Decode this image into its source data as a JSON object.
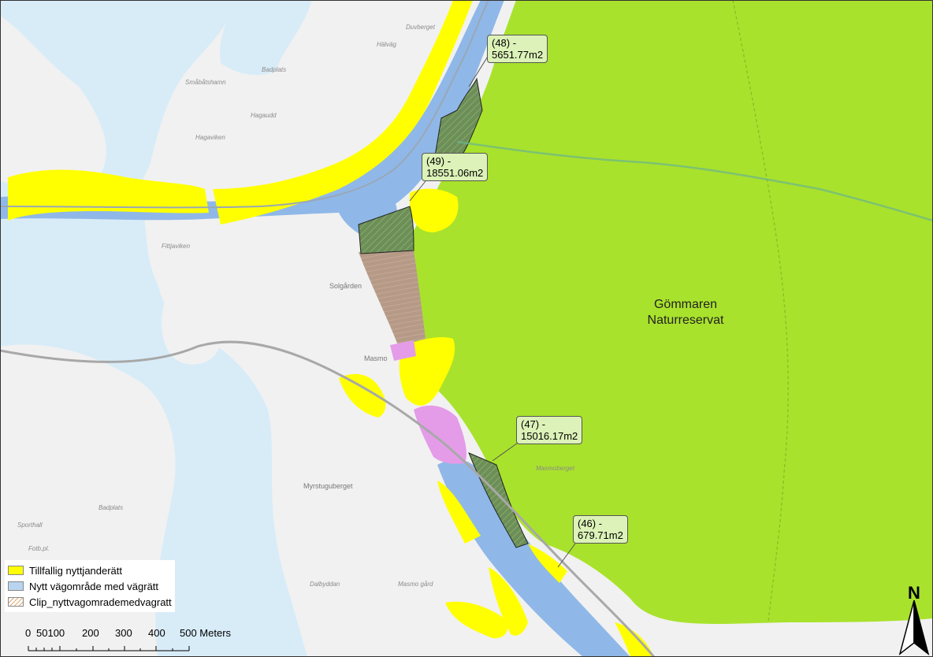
{
  "map": {
    "reserve_label_line1": "Gömmaren",
    "reserve_label_line2": "Naturreservat",
    "colors": {
      "water": "#d8ecf8",
      "land": "#f1f1f1",
      "reserve": "#a9e22c",
      "temporary_use": "#ffff00",
      "new_road_area": "#8fb8e8",
      "clip_hatch": "#c08a4a",
      "pink_zone": "#e49ce8",
      "brown_zone": "#b59a86"
    }
  },
  "callouts": [
    {
      "id": "48",
      "line1": "(48) -",
      "line2": "5651.77m2"
    },
    {
      "id": "49",
      "line1": "(49) -",
      "line2": "18551.06m2"
    },
    {
      "id": "47",
      "line1": "(47) -",
      "line2": "15016.17m2"
    },
    {
      "id": "46",
      "line1": "(46) -",
      "line2": "679.71m2"
    }
  ],
  "places": {
    "duvberget": "Duvberget",
    "halvag": "Hälväg",
    "smabatshamn": "Småbåtshamn",
    "badplats1": "Badplats",
    "hagaudd": "Hagaudd",
    "hagaviken": "Hagaviken",
    "fittjaviken": "Fittjaviken",
    "solgarden": "Solgården",
    "masmo": "Masmo",
    "masmoberget": "Masmoberget",
    "myrstuguberget": "Myrstuguberget",
    "badplats2": "Badplats",
    "sporthall": "Sporthall",
    "fotb": "Fotb.pl.",
    "dammvagen": "Dalbyddan",
    "masmo_gard": "Masmo gård"
  },
  "legend": {
    "items": [
      {
        "label": "Tillfallig nyttjanderätt"
      },
      {
        "label": "Nytt vägområde med vägrätt"
      },
      {
        "label": "Clip_nyttvagomrademedvagratt"
      }
    ]
  },
  "scalebar": {
    "labels": [
      "0",
      "50100",
      "200",
      "300",
      "400",
      "500 Meters"
    ]
  },
  "north_arrow": {
    "label": "N",
    "icon": "north-arrow-icon"
  }
}
